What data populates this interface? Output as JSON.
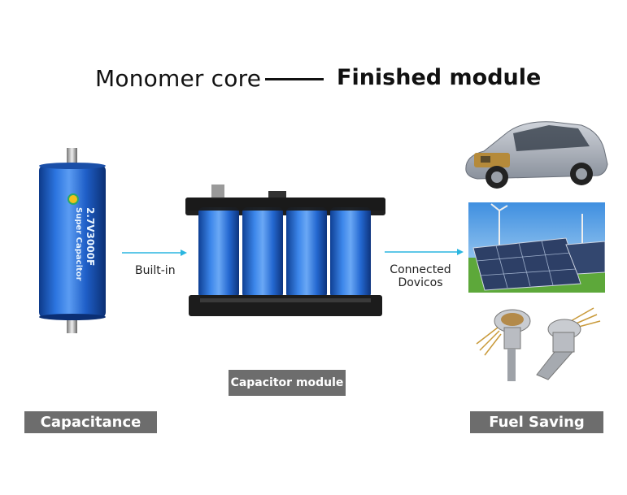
{
  "title": {
    "left": "Monomer core",
    "right": "Finished module"
  },
  "capacitor": {
    "line1": "Super Capacitor",
    "line2": "2.7V3000F"
  },
  "labels": {
    "capacitance": "Capacitance",
    "capacitor_module": "Capacitor module",
    "fuel_saving": "Fuel Saving",
    "built_in": "Built-in",
    "connected_line1": "Connected",
    "connected_line2": "Dovicos"
  },
  "colors": {
    "capacitor_blue": "#1f5fc8",
    "arrow_cyan": "#2ab6e0",
    "label_gray": "#6d6d6d"
  }
}
